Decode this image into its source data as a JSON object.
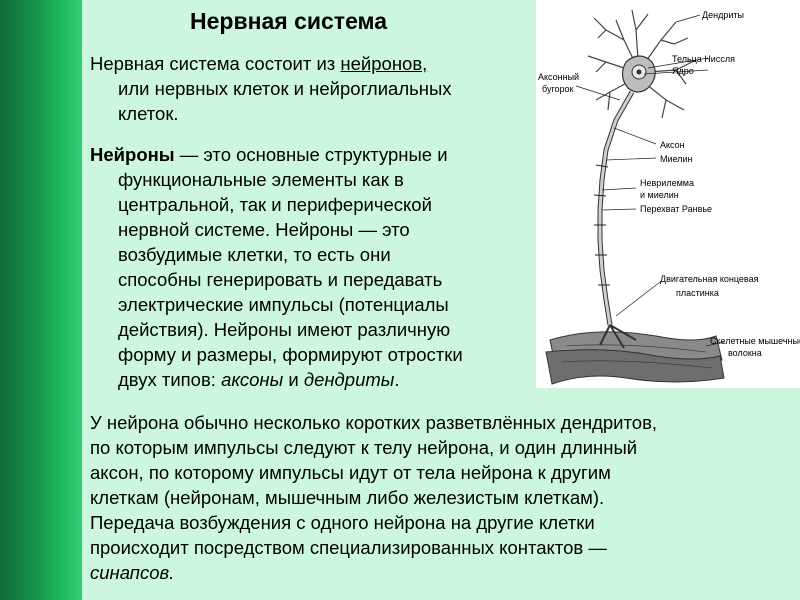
{
  "slide": {
    "title": "Нервная система",
    "para1": {
      "line1_pre": "Нервная система состоит из ",
      "line1_link": "нейронов,",
      "line2": "или нервных клеток и нейроглиальных",
      "line3": "клеток."
    },
    "para2": {
      "bold": "Нейроны",
      "line1_rest": " — это основные структурные и",
      "line2": "функциональные элементы как в",
      "line3": "центральной, так и периферической",
      "line4": "нервной системе. Нейроны — это",
      "line5": "возбудимые клетки, то есть они",
      "line6": "способны генерировать и передавать",
      "line7": "электрические импульсы (потенциалы",
      "line8": "действия). Нейроны имеют различную",
      "line9": "форму и размеры, формируют отростки",
      "line10_pre": "двух типов: ",
      "line10_axons": "аксоны",
      "line10_and": " и ",
      "line10_dendrites": "дендриты",
      "line10_end": "."
    },
    "para3": {
      "line1": " У нейрона обычно несколько коротких разветвлённых дендритов,",
      "line2": "по которым импульсы следуют к телу нейрона, и один длинный",
      "line3": "аксон, по которому импульсы идут от тела нейрона к другим",
      "line4": "клеткам (нейронам, мышечным либо железистым клеткам).",
      "line5": "Передача возбуждения с одного нейрона на другие клетки",
      "line6": "происходит посредством специализированных контактов —",
      "line7_italic": "синапсов."
    }
  },
  "figure": {
    "labels": {
      "dendrites": "Дендриты",
      "nissl": "Тельца Ниссля",
      "nucleus": "Ядро",
      "axon_hillock_1": "Аксонный",
      "axon_hillock_2": "бугорок",
      "axon": "Аксон",
      "myelin": "Миелин",
      "neurilemma_1": "Неврилемма",
      "neurilemma_2": "и миелин",
      "ranvier": "Перехват Ранвье",
      "endplate_1": "Двигательная концевая",
      "endplate_2": "пластинка",
      "muscle_1": "Скелетные мышечные",
      "muscle_2": "волокна"
    }
  },
  "colors": {
    "bar_dark": "#0f6a38",
    "bar_light": "#35cd78",
    "background": "#ccf7de",
    "figure_bg": "#ffffff"
  }
}
